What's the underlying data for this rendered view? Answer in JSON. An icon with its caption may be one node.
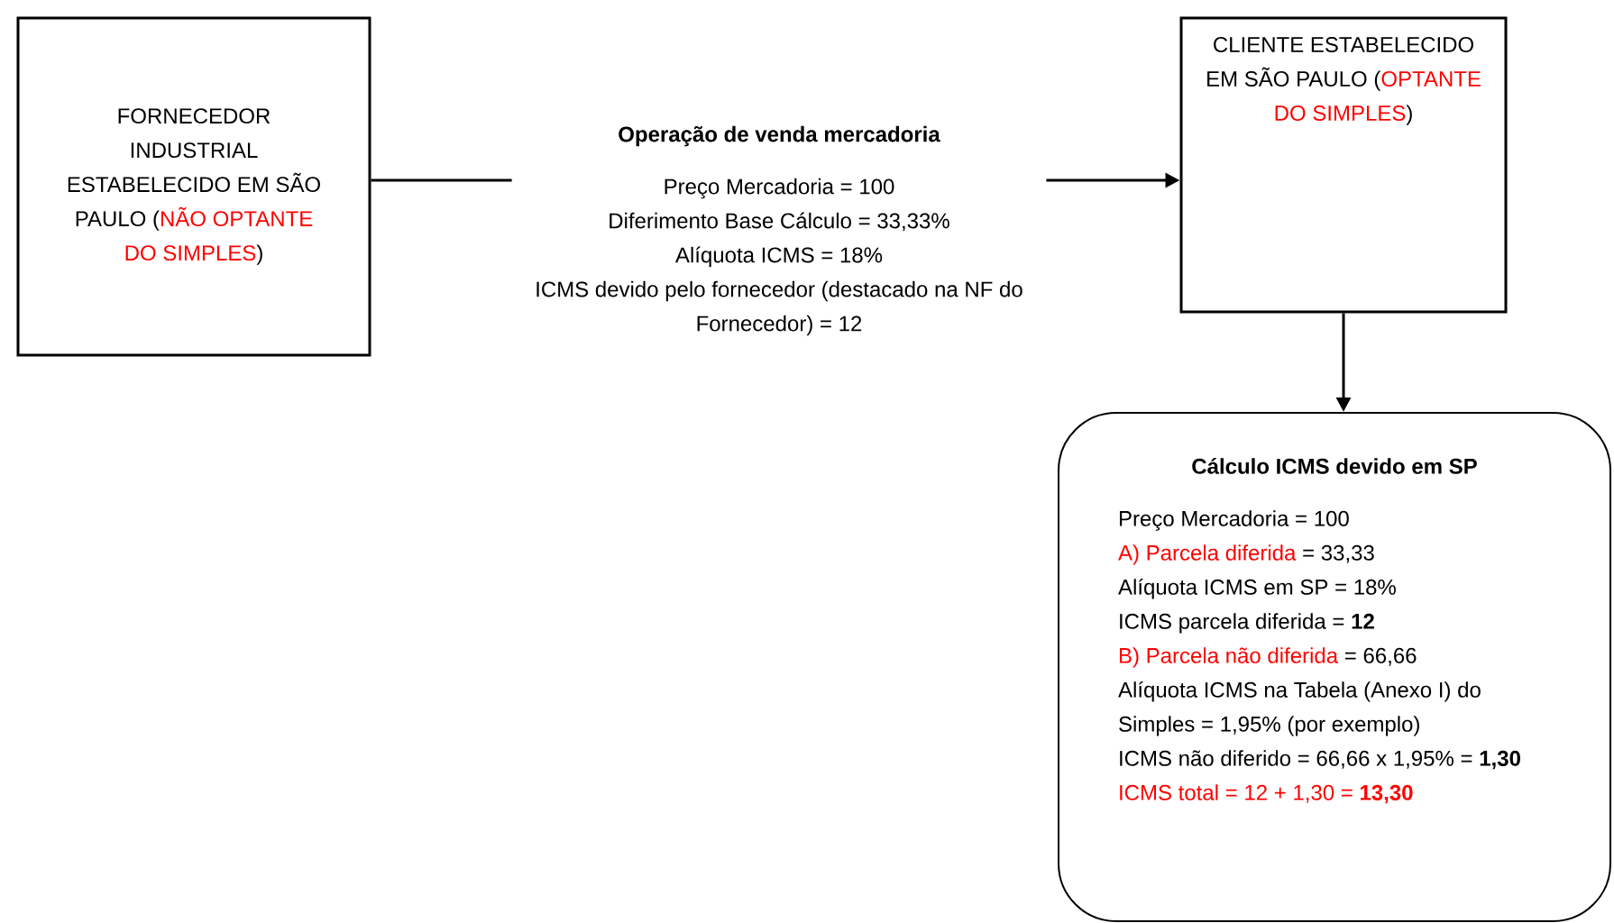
{
  "diagram": {
    "nodes": [
      {
        "text": [
          "FORNECEDOR INDUSTRIAL ESTABELECIDO EM SÃO PAULO (",
          "NÃO OPTANTE DO SIMPLES",
          ")"
        ]
      },
      {
        "text": [
          "Operação de venda mercadoria",
          "Preço Mercadoria = 100",
          "Diferimento Base Cálculo = 33,33%",
          "Alíquota ICMS = 18%",
          "ICMS devido pelo fornecedor (destacado na NF do Fornecedor) = 12"
        ]
      },
      {
        "text": [
          "CLIENTE ESTABELECIDO EM SÃO PAULO (",
          "OPTANTE DO SIMPLES",
          ")"
        ]
      },
      {
        "text": [
          "Cálculo ICMS devido em SP",
          "Preço Mercadoria = 100",
          "A) Parcela diferida",
          "= 33,33",
          "Alíquota ICMS em SP = 18%",
          "ICMS parcela diferida = **12**",
          "B) Parcela não diferida",
          "= 66,66",
          "Alíquota ICMS na Tabela (Anexo I) do Simples = 1,95% (por exemplo)",
          "ICMS não diferido = 66,66 x 1,95% = **1,30**",
          "ICMS total = 12 + 1,30 = **13,30**"
        ]
      }
    ],
    "edges": [
      {
        "from": 0,
        "to": 1,
        "arrow": "none"
      },
      {
        "from": 1,
        "to": 2,
        "arrow": "to"
      },
      {
        "from": 2,
        "to": 3,
        "arrow": "to"
      }
    ]
  }
}
